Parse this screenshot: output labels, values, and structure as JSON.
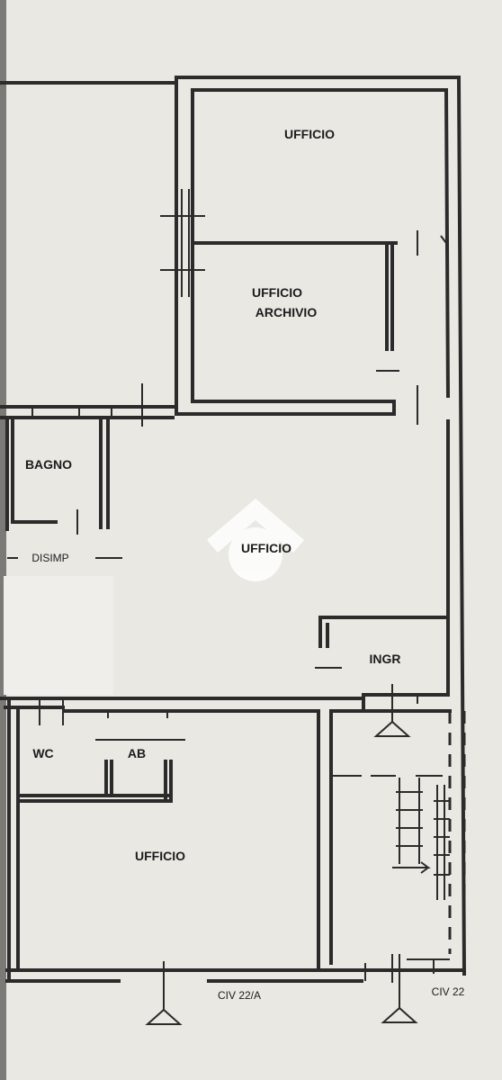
{
  "rooms": {
    "ufficio_top": "UFFICIO",
    "ufficio_archivio_line1": "UFFICIO",
    "ufficio_archivio_line2": "ARCHIVIO",
    "bagno": "BAGNO",
    "disimp": "DISIMP",
    "ufficio_center": "UFFICIO",
    "ingr": "INGR",
    "wc": "WC",
    "ab": "AB",
    "ufficio_bottom": "UFFICIO"
  },
  "entrances": {
    "civ_22a": "CIV 22/A",
    "civ_22": "CIV 22"
  },
  "colors": {
    "background": "#e9e8e3",
    "walls": "#2b2b2b",
    "watermark": "#ffffff"
  }
}
